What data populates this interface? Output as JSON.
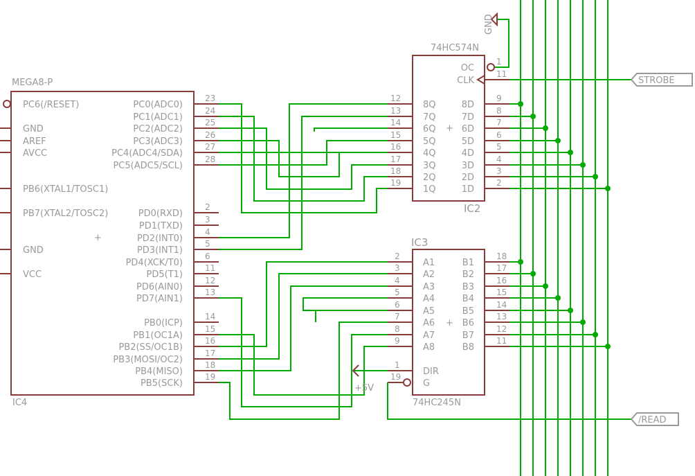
{
  "ic4": {
    "part": "MEGA8-P",
    "ref": "IC4",
    "left_pins": [
      "PC6(/RESET)",
      "GND",
      "AREF",
      "AVCC",
      "PB6(XTAL1/TOSC1)",
      "PB7(XTAL2/TOSC2)",
      "GND",
      "VCC"
    ],
    "right_pins": [
      {
        "name": "PC0(ADC0)",
        "num": "23"
      },
      {
        "name": "PC1(ADC1)",
        "num": "24"
      },
      {
        "name": "PC2(ADC2)",
        "num": "25"
      },
      {
        "name": "PC3(ADC3)",
        "num": "26"
      },
      {
        "name": "PC4(ADC4/SDA)",
        "num": "27"
      },
      {
        "name": "PC5(ADC5/SCL)",
        "num": "28"
      },
      {
        "name": "PD0(RXD)",
        "num": "2"
      },
      {
        "name": "PD1(TXD)",
        "num": "3"
      },
      {
        "name": "PD2(INT0)",
        "num": "4"
      },
      {
        "name": "PD3(INT1)",
        "num": "5"
      },
      {
        "name": "PD4(XCK/T0)",
        "num": "6"
      },
      {
        "name": "PD5(T1)",
        "num": "11"
      },
      {
        "name": "PD6(AIN0)",
        "num": "12"
      },
      {
        "name": "PD7(AIN1)",
        "num": "13"
      },
      {
        "name": "PB0(ICP)",
        "num": "14"
      },
      {
        "name": "PB1(OC1A)",
        "num": "15"
      },
      {
        "name": "PB2(SS/OC1B)",
        "num": "16"
      },
      {
        "name": "PB3(MOSI/OC2)",
        "num": "17"
      },
      {
        "name": "PB4(MISO)",
        "num": "18"
      },
      {
        "name": "PB5(SCK)",
        "num": "19"
      }
    ]
  },
  "ic2": {
    "part": "74HC574N",
    "ref": "IC2",
    "left_pins": [
      {
        "name": "8Q",
        "num": "12"
      },
      {
        "name": "7Q",
        "num": "13"
      },
      {
        "name": "6Q",
        "num": "14"
      },
      {
        "name": "5Q",
        "num": "15"
      },
      {
        "name": "4Q",
        "num": "16"
      },
      {
        "name": "3Q",
        "num": "17"
      },
      {
        "name": "2Q",
        "num": "18"
      },
      {
        "name": "1Q",
        "num": "19"
      }
    ],
    "right_pins": [
      {
        "name": "OC",
        "num": "1"
      },
      {
        "name": "CLK",
        "num": "11"
      },
      {
        "name": "8D",
        "num": "9"
      },
      {
        "name": "7D",
        "num": "8"
      },
      {
        "name": "6D",
        "num": "7"
      },
      {
        "name": "5D",
        "num": "6"
      },
      {
        "name": "4D",
        "num": "5"
      },
      {
        "name": "3D",
        "num": "4"
      },
      {
        "name": "2D",
        "num": "3"
      },
      {
        "name": "1D",
        "num": "2"
      }
    ]
  },
  "ic3": {
    "part": "74HC245N",
    "ref": "IC3",
    "left_pins": [
      {
        "name": "A1",
        "num": "2"
      },
      {
        "name": "A2",
        "num": "3"
      },
      {
        "name": "A3",
        "num": "4"
      },
      {
        "name": "A4",
        "num": "5"
      },
      {
        "name": "A5",
        "num": "6"
      },
      {
        "name": "A6",
        "num": "7"
      },
      {
        "name": "A7",
        "num": "8"
      },
      {
        "name": "A8",
        "num": "9"
      },
      {
        "name": "DIR",
        "num": "1"
      },
      {
        "name": "G",
        "num": "19"
      }
    ],
    "right_pins": [
      {
        "name": "B1",
        "num": "18"
      },
      {
        "name": "B2",
        "num": "17"
      },
      {
        "name": "B3",
        "num": "16"
      },
      {
        "name": "B4",
        "num": "15"
      },
      {
        "name": "B5",
        "num": "14"
      },
      {
        "name": "B6",
        "num": "13"
      },
      {
        "name": "B7",
        "num": "12"
      },
      {
        "name": "B8",
        "num": "11"
      }
    ]
  },
  "power": {
    "gnd": "GND",
    "vcc": "+5V"
  },
  "ports": {
    "strobe": "STROBE",
    "read": "/READ"
  },
  "colors": {
    "wire": "#00aa00",
    "symbol": "#8b3a3a",
    "label": "#999999"
  }
}
